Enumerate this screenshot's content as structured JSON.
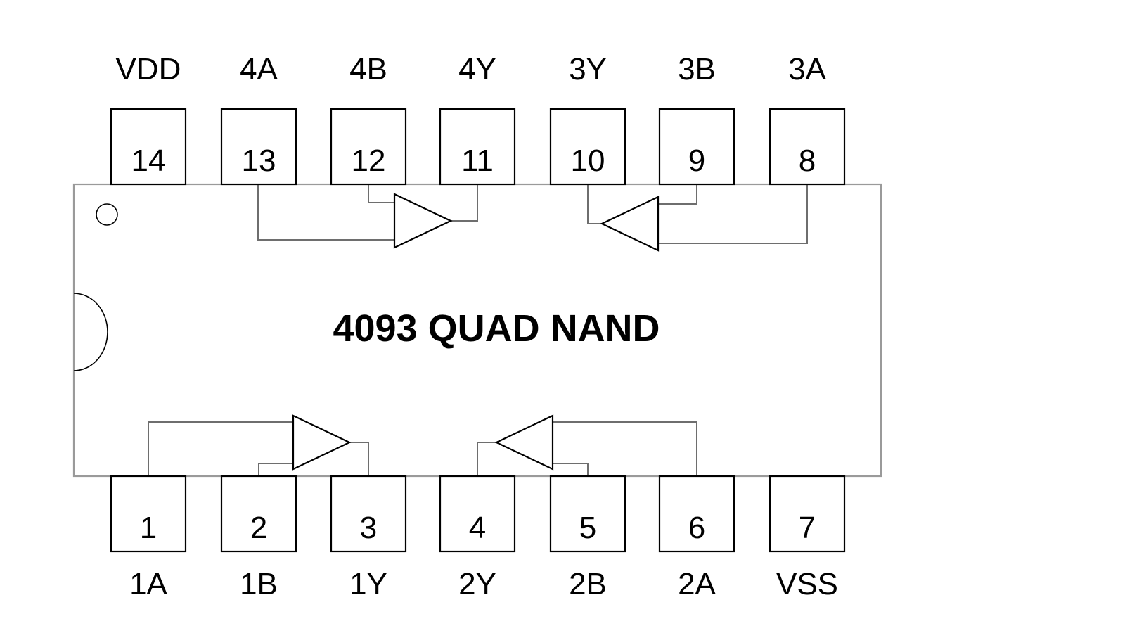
{
  "diagram": {
    "kind": "ic-pinout-diagram",
    "chip_title": "4093 QUAD NAND",
    "package": {
      "body_outline_color": "#9a9a9a",
      "pin_box_color": "#000000",
      "wire_color": "#6e6e6e",
      "background": "#ffffff",
      "text_color": "#000000"
    },
    "markers": {
      "pin1_dot": "pin-one-dot",
      "notch": "package-notch"
    },
    "top_pins": [
      {
        "number": "14",
        "label": "VDD"
      },
      {
        "number": "13",
        "label": "4A"
      },
      {
        "number": "12",
        "label": "4B"
      },
      {
        "number": "11",
        "label": "4Y"
      },
      {
        "number": "10",
        "label": "3Y"
      },
      {
        "number": "9",
        "label": "3B"
      },
      {
        "number": "8",
        "label": "3A"
      }
    ],
    "bottom_pins": [
      {
        "number": "1",
        "label": "1A"
      },
      {
        "number": "2",
        "label": "1B"
      },
      {
        "number": "3",
        "label": "1Y"
      },
      {
        "number": "4",
        "label": "2Y"
      },
      {
        "number": "5",
        "label": "2B"
      },
      {
        "number": "6",
        "label": "2A"
      },
      {
        "number": "7",
        "label": "VSS"
      }
    ],
    "gates": [
      {
        "name": "gate-1",
        "inputs": [
          "1A",
          "1B"
        ],
        "output": "1Y",
        "orientation": "right"
      },
      {
        "name": "gate-2",
        "inputs": [
          "2A",
          "2B"
        ],
        "output": "2Y",
        "orientation": "left"
      },
      {
        "name": "gate-3",
        "inputs": [
          "3A",
          "3B"
        ],
        "output": "3Y",
        "orientation": "left"
      },
      {
        "name": "gate-4",
        "inputs": [
          "4A",
          "4B"
        ],
        "output": "4Y",
        "orientation": "right"
      }
    ]
  }
}
